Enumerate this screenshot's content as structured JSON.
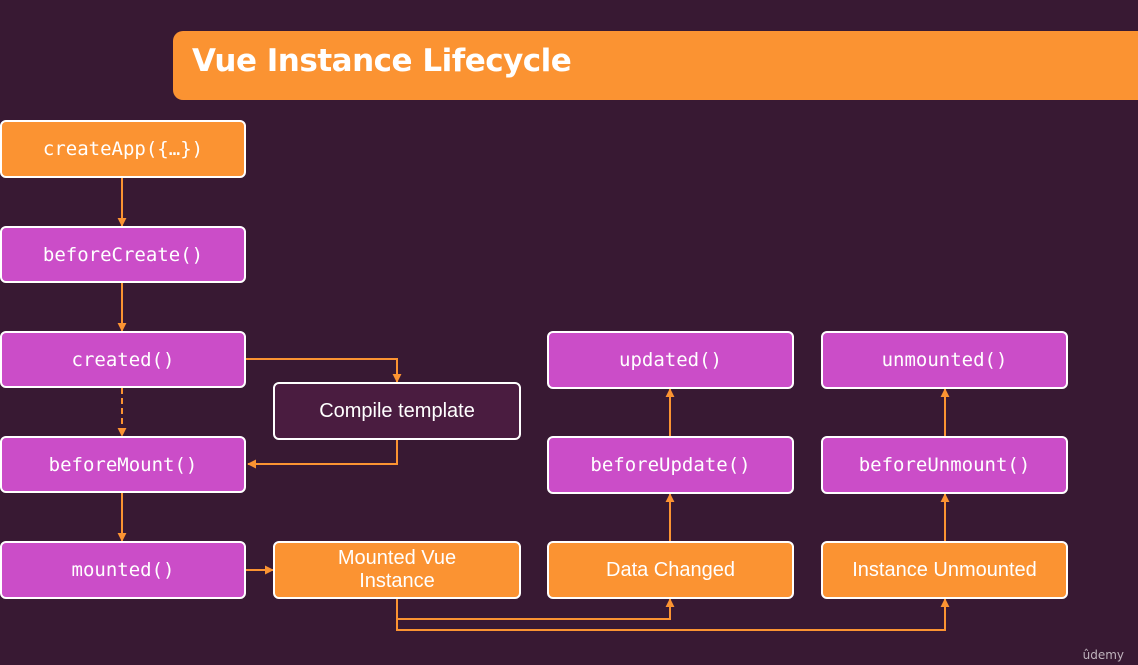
{
  "title": "Vue Instance Lifecycle",
  "nodes": {
    "create_app": "createApp({…})",
    "before_create": "beforeCreate()",
    "created": "created()",
    "compile_template": "Compile template",
    "before_mount": "beforeMount()",
    "mounted": "mounted()",
    "mounted_instance": "Mounted Vue Instance",
    "data_changed": "Data Changed",
    "before_update": "beforeUpdate()",
    "updated": "updated()",
    "instance_unmounted": "Instance Unmounted",
    "before_unmount": "beforeUnmount()",
    "unmounted": "unmounted()"
  },
  "brand": "ûdemy",
  "colors": {
    "background": "#381933",
    "orange": "#fb9332",
    "purple": "#cb4dc8",
    "dark_box": "#4a1c40",
    "arrow": "#fb9332"
  }
}
